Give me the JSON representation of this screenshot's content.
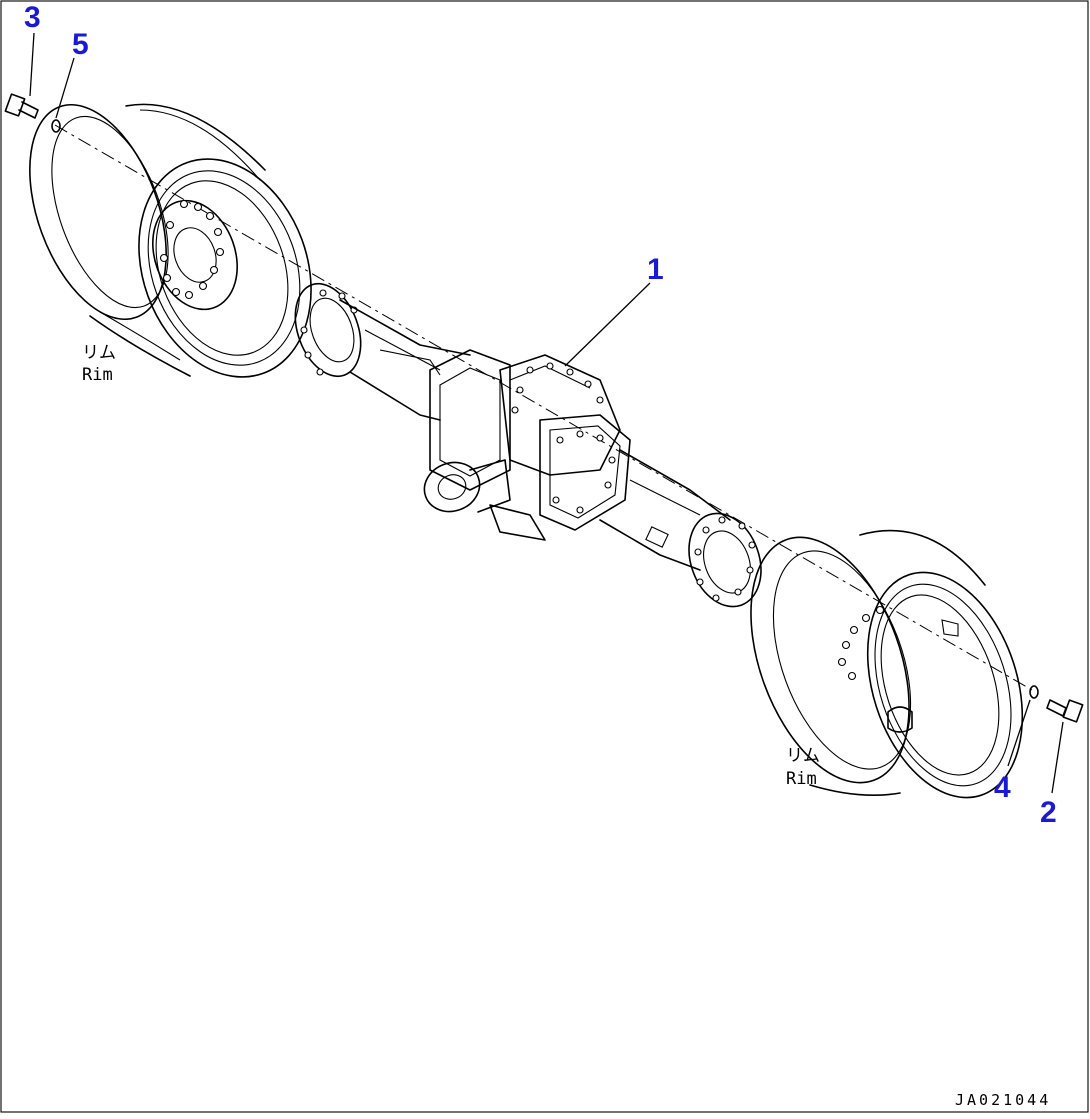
{
  "callouts": {
    "c1": "1",
    "c2": "2",
    "c3": "3",
    "c4": "4",
    "c5": "5"
  },
  "labels": {
    "rim_left_jp": "リム",
    "rim_left_en": "Rim",
    "rim_right_jp": "リム",
    "rim_right_en": "Rim"
  },
  "drawing_code": "JA021044",
  "colors": {
    "callout": "#1a1ad4",
    "line": "#000000",
    "background": "#ffffff"
  }
}
